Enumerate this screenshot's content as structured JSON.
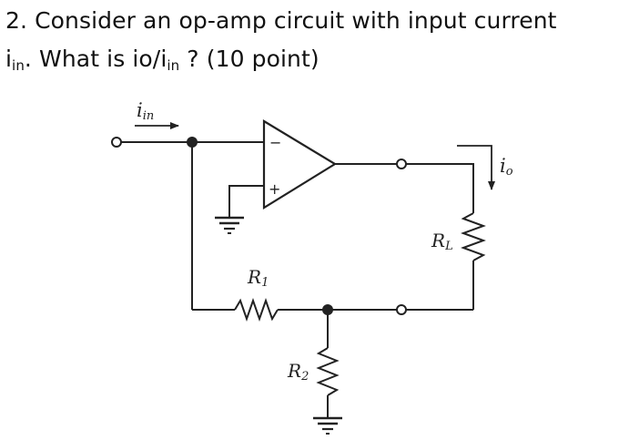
{
  "question": {
    "number": "2.",
    "line1_text": "Consider an op-amp circuit with input current",
    "line2_pre": "i",
    "line2_sub1": "in",
    "line2_mid": ". What is io/i",
    "line2_sub2": "in",
    "line2_post": " ? (10 point)"
  },
  "circuit": {
    "input_current_label": "i",
    "input_current_sub": "in",
    "output_current_label": "i",
    "output_current_sub": "o",
    "inverting_sign": "−",
    "noninverting_sign": "+",
    "r1_label": "R",
    "r1_sub": "1",
    "r2_label": "R",
    "r2_sub": "2",
    "rl_label": "R",
    "rl_sub": "L"
  }
}
